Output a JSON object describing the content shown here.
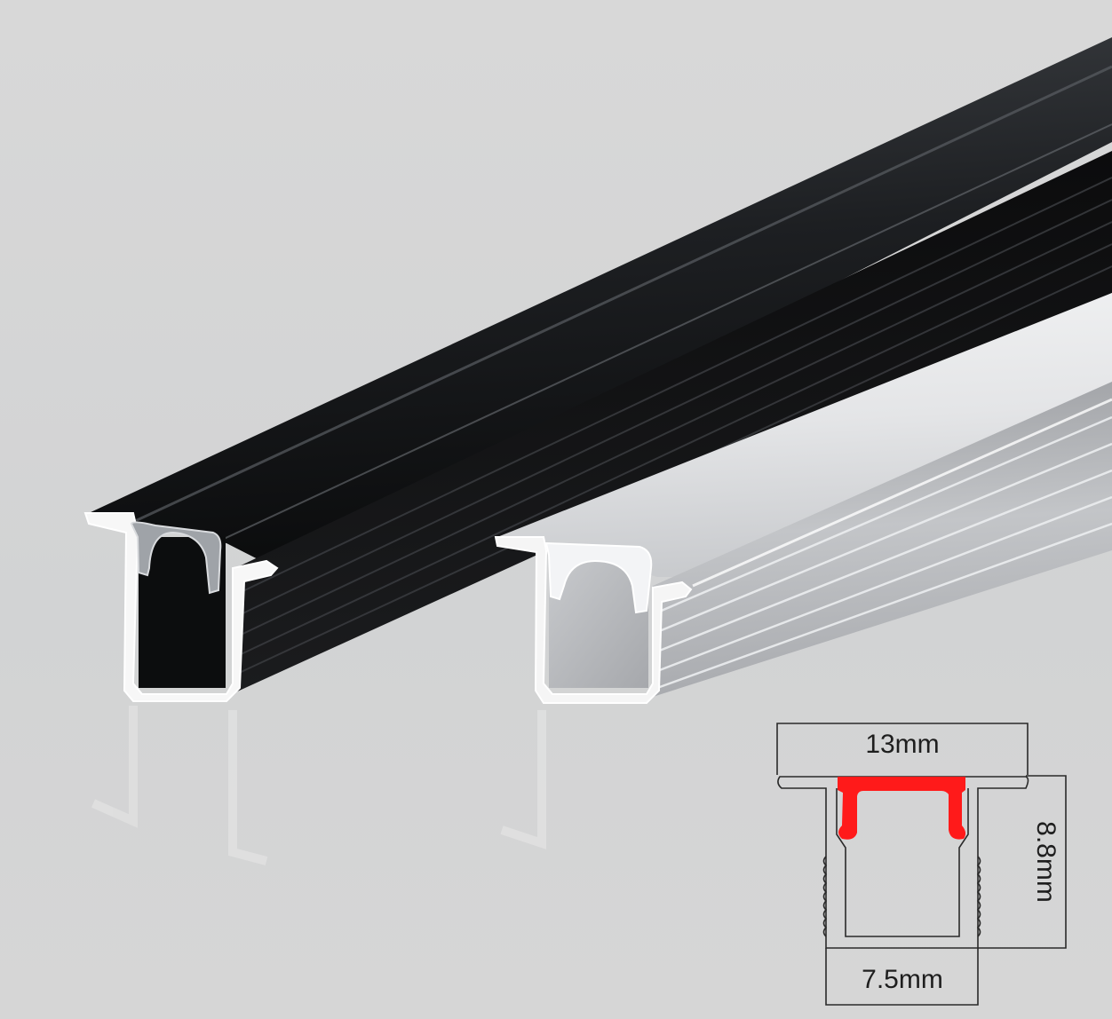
{
  "image": {
    "subject": "Recessed LED aluminum profiles with diffuser covers",
    "background_color": "#d7d7d7"
  },
  "products": [
    {
      "name": "black-profile",
      "finish": "Black anodized aluminum",
      "color": "#111214",
      "diffuser": "translucent cover"
    },
    {
      "name": "silver-profile",
      "finish": "Silver anodized aluminum",
      "color": "#b9bbbe",
      "diffuser": "opal white cover"
    }
  ],
  "dimension_diagram": {
    "top_width": "13mm",
    "height": "8.8mm",
    "bottom_width": "7.5mm",
    "diffuser_highlight_color": "#ff1a1a",
    "line_color": "#2a2a2a"
  }
}
